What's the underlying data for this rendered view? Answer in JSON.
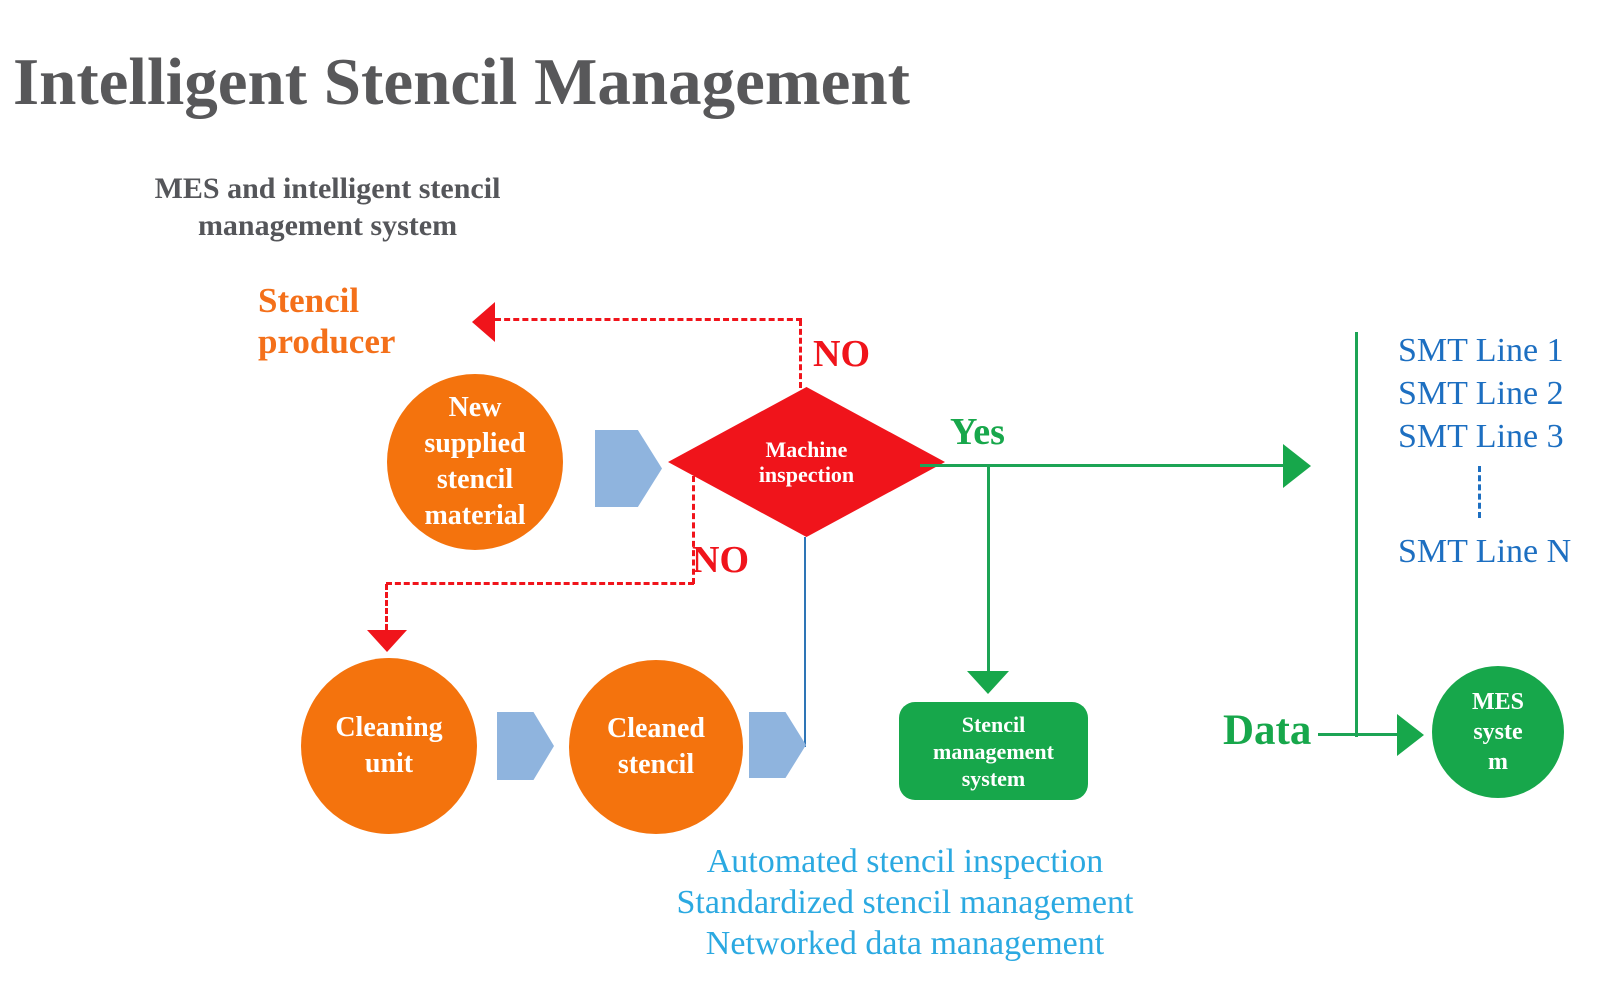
{
  "title": "Intelligent Stencil Management",
  "subtitle": "MES and intelligent stencil management system",
  "labels": {
    "stencil_producer": "Stencil producer",
    "no_top": "NO",
    "no_bottom": "NO",
    "yes": "Yes",
    "data": "Data"
  },
  "nodes": {
    "new_supplied_stencil": "New supplied stencil material",
    "machine_inspection": "Machine inspection",
    "cleaning_unit": "Cleaning unit",
    "cleaned_stencil": "Cleaned stencil",
    "stencil_management_system": "Stencil management system",
    "mes_system": "MES system"
  },
  "smt_lines": [
    "SMT Line 1",
    "SMT Line 2",
    "SMT Line 3",
    "SMT Line N"
  ],
  "features": [
    "Automated stencil inspection",
    "Standardized stencil management",
    "Networked data management"
  ],
  "colors": {
    "title_gray": "#58585A",
    "orange_shape": "#F4730D",
    "orange_text": "#F4701A",
    "red": "#F0141B",
    "green": "#17A74B",
    "pentagon_blue": "#8FB4DE",
    "smt_blue": "#1D6FC1",
    "feature_cyan": "#2BA9E1",
    "steel_blue": "#2E75B6",
    "node_text_white": "#FFFFFF"
  }
}
